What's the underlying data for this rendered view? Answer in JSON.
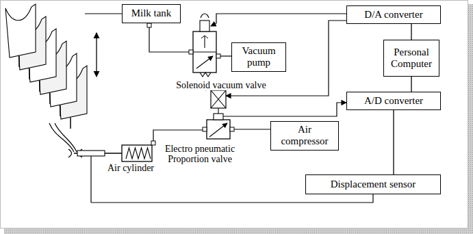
{
  "diagram": {
    "nodes": [
      {
        "text": [
          "Milk tank"
        ]
      },
      {
        "text": [
          "D/A converter"
        ]
      },
      {
        "text": [
          "Personal Computer"
        ]
      },
      {
        "text": [
          "Vacuum pump"
        ]
      },
      {
        "text": [
          "A/D converter"
        ]
      },
      {
        "text": [
          "Air compressor"
        ]
      },
      {
        "text": [
          "Displacement sensor"
        ]
      }
    ],
    "edges": [
      {
        "from": 1,
        "to": 2,
        "arrow": "none"
      },
      {
        "from": 2,
        "to": 4,
        "arrow": "none"
      },
      {
        "from": 4,
        "to": 6,
        "arrow": "none"
      }
    ],
    "labels": [
      "Solenoid vacuum valve",
      "Electro pneumatic Proportion valve",
      "Air cylinder"
    ]
  }
}
